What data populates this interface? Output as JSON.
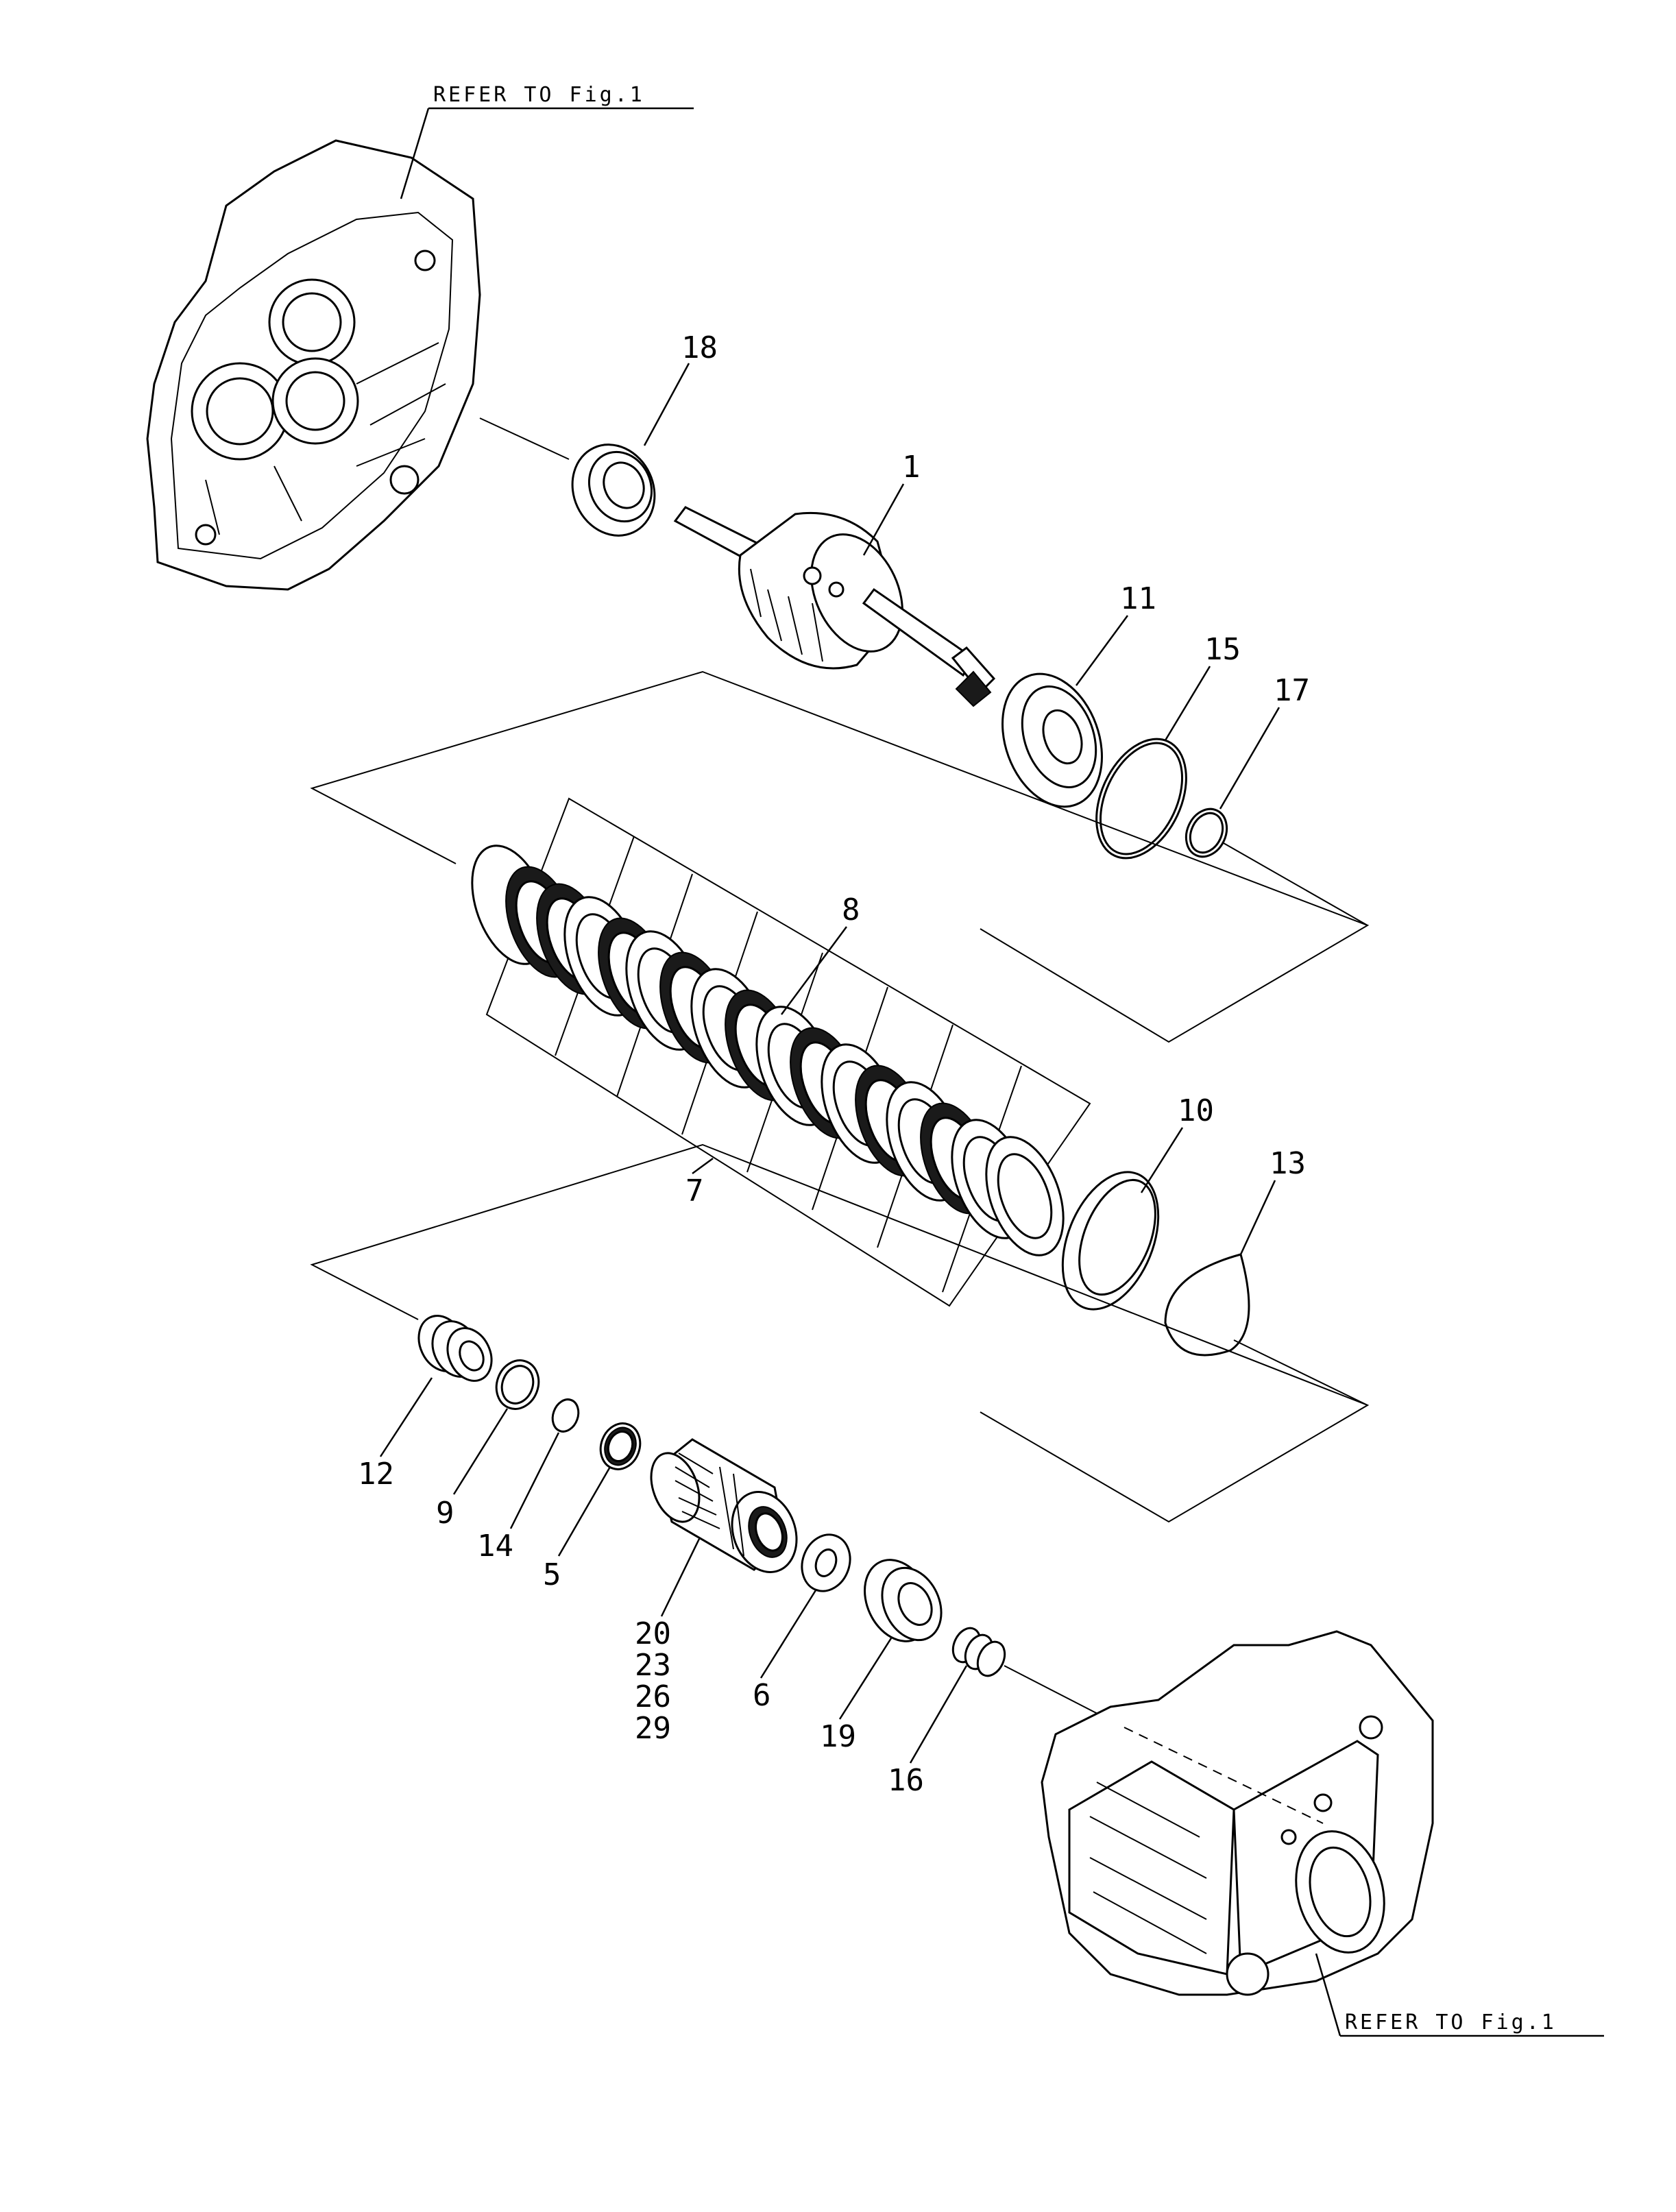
{
  "references": {
    "top": "REFER TO Fig.1",
    "bottom": "REFER TO Fig.1"
  },
  "labels": {
    "p1": "1",
    "p5": "5",
    "p6": "6",
    "p7": "7",
    "p8": "8",
    "p9": "9",
    "p10": "10",
    "p11": "11",
    "p12": "12",
    "p13": "13",
    "p14": "14",
    "p15": "15",
    "p16": "16",
    "p17": "17",
    "p18": "18",
    "p19": "19",
    "p20": "20",
    "p23": "23",
    "p26": "26",
    "p29": "29"
  }
}
